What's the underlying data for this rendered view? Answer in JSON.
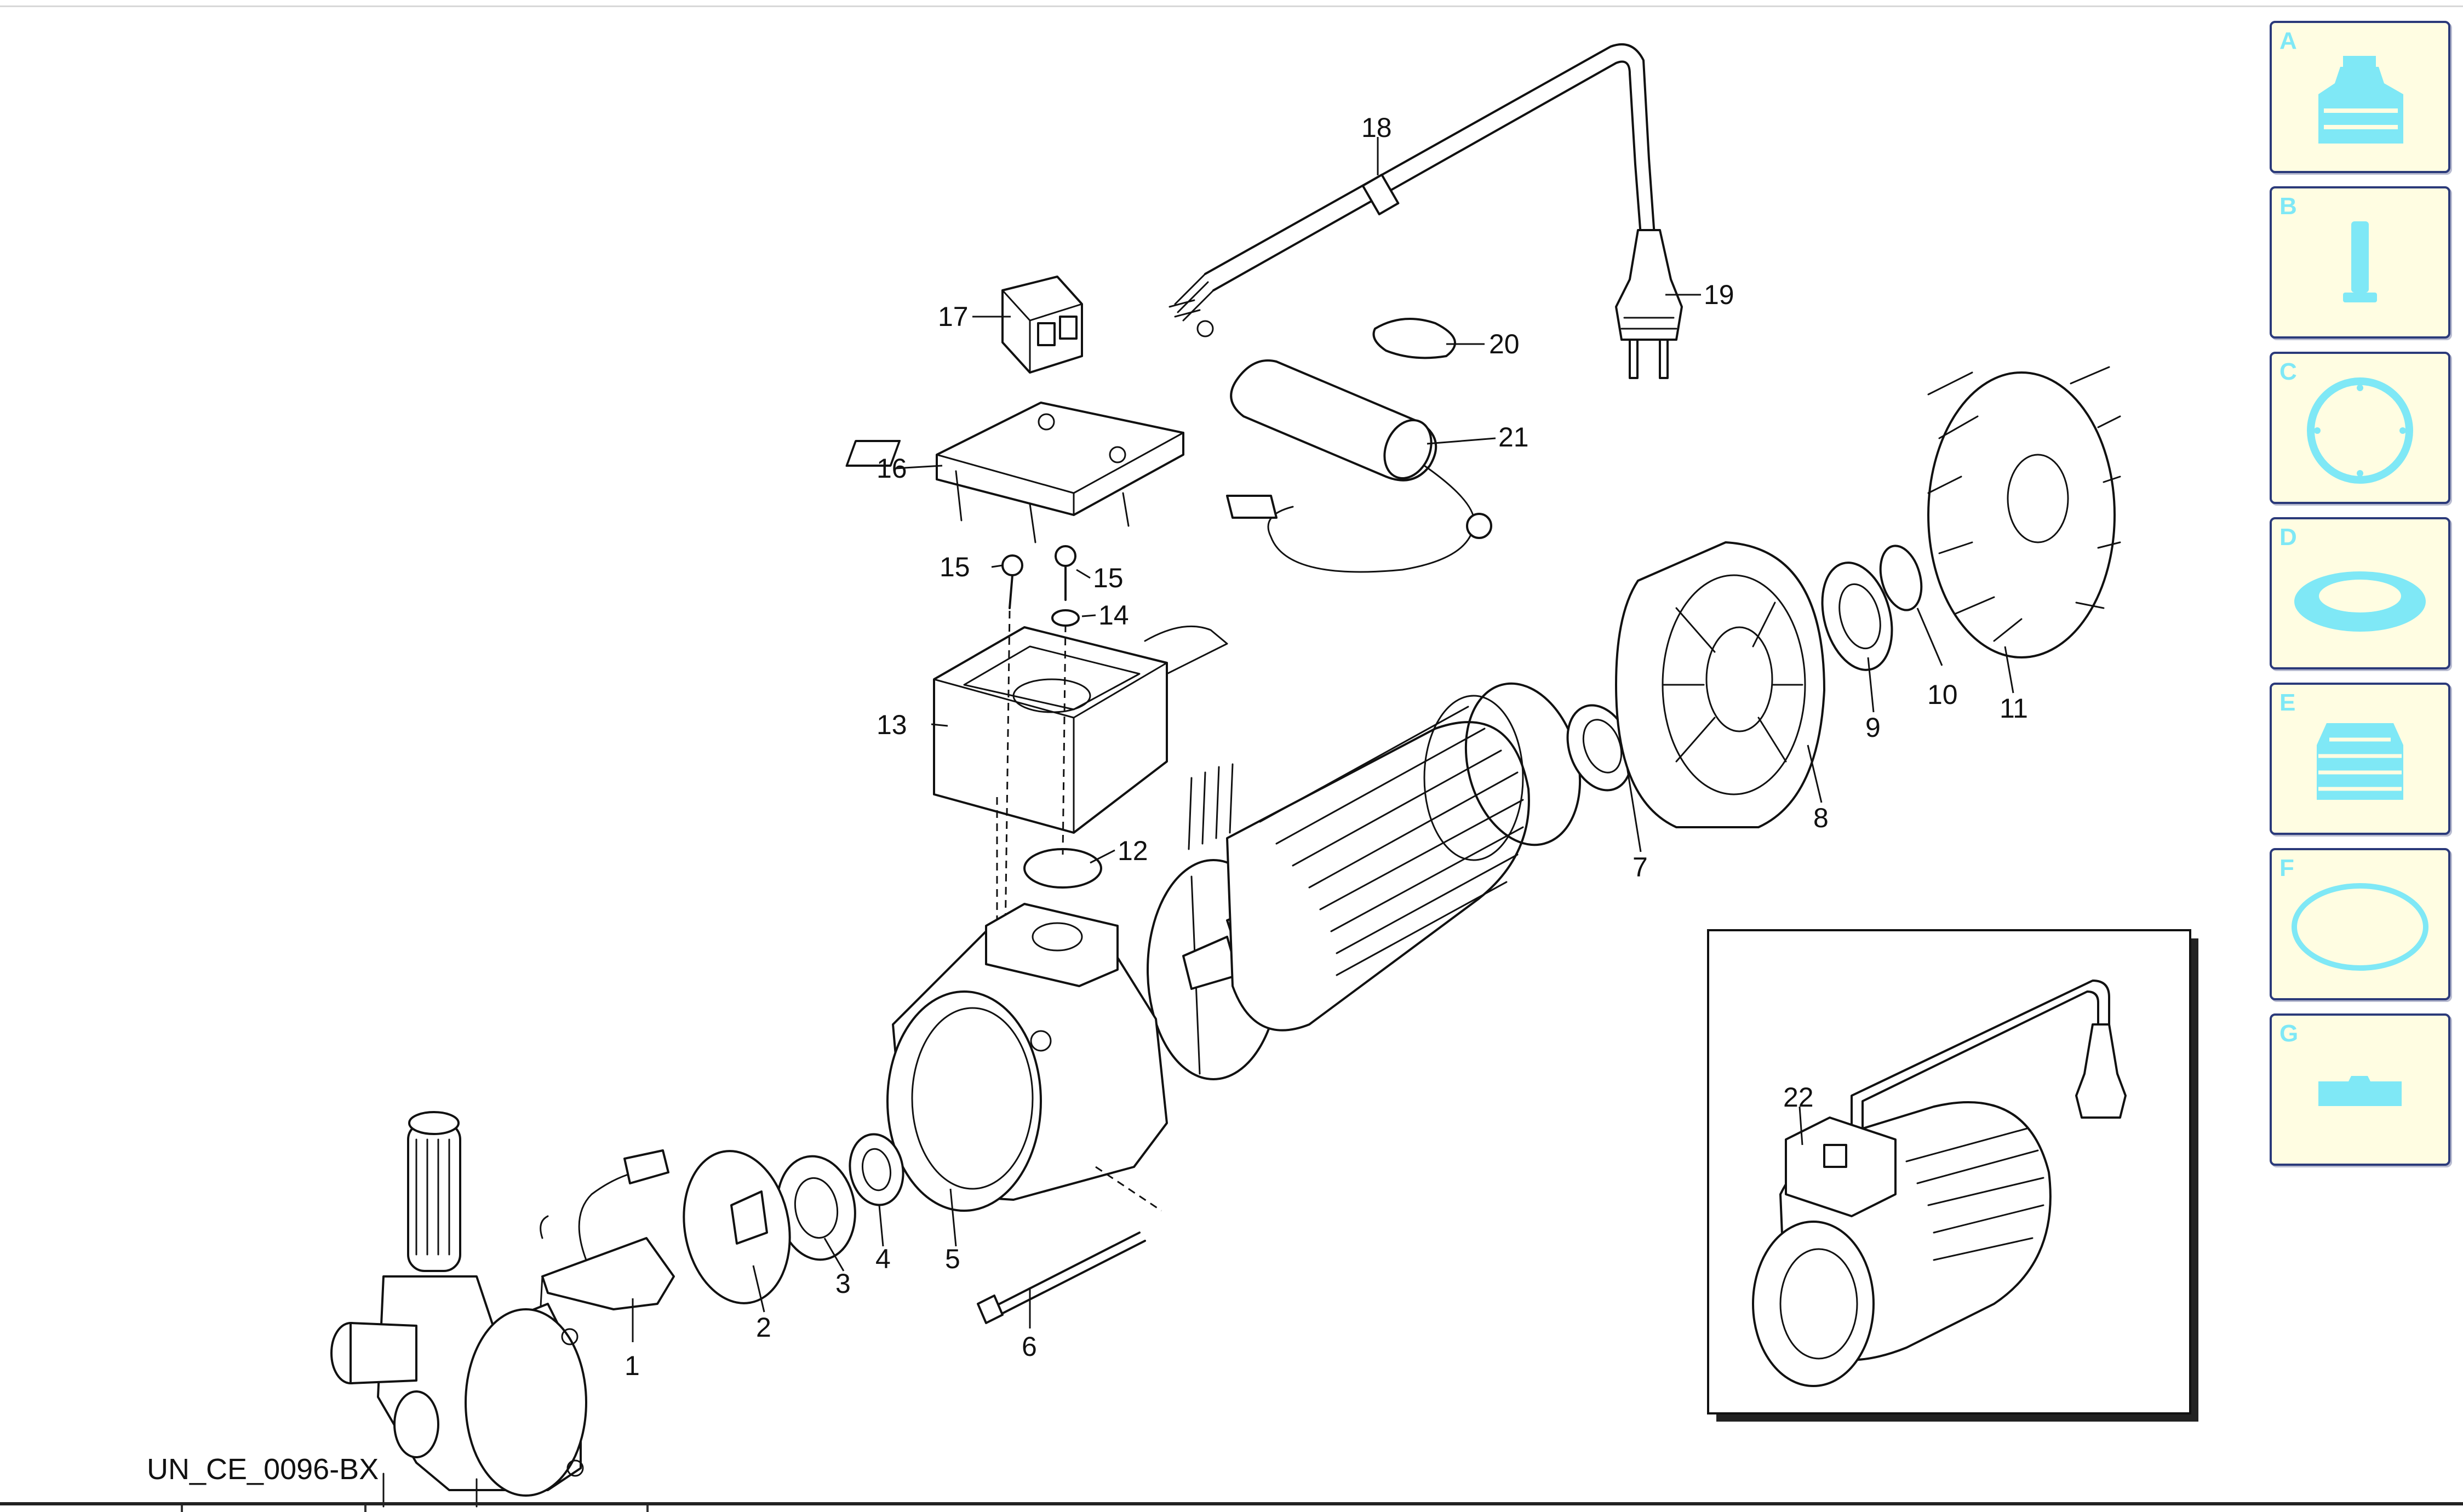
{
  "diagram": {
    "code": "UN_CE_0096-BX",
    "part_numbers": [
      "1",
      "2",
      "3",
      "4",
      "5",
      "6",
      "7",
      "8",
      "9",
      "10",
      "11",
      "12",
      "13",
      "14",
      "15",
      "15",
      "16",
      "17",
      "18",
      "19",
      "20",
      "21",
      "22"
    ]
  },
  "thumbnails": [
    {
      "letter": "A",
      "icon": "fitting-icon"
    },
    {
      "letter": "B",
      "icon": "pin-icon"
    },
    {
      "letter": "C",
      "icon": "gasket-icon"
    },
    {
      "letter": "D",
      "icon": "seal-ring-icon"
    },
    {
      "letter": "E",
      "icon": "bellows-icon"
    },
    {
      "letter": "F",
      "icon": "o-ring-icon"
    },
    {
      "letter": "G",
      "icon": "key-icon"
    }
  ],
  "colors": {
    "thumb_bg": "#fffde2",
    "thumb_border": "#2b3a7a",
    "thumb_icon": "#7fe8f6"
  }
}
